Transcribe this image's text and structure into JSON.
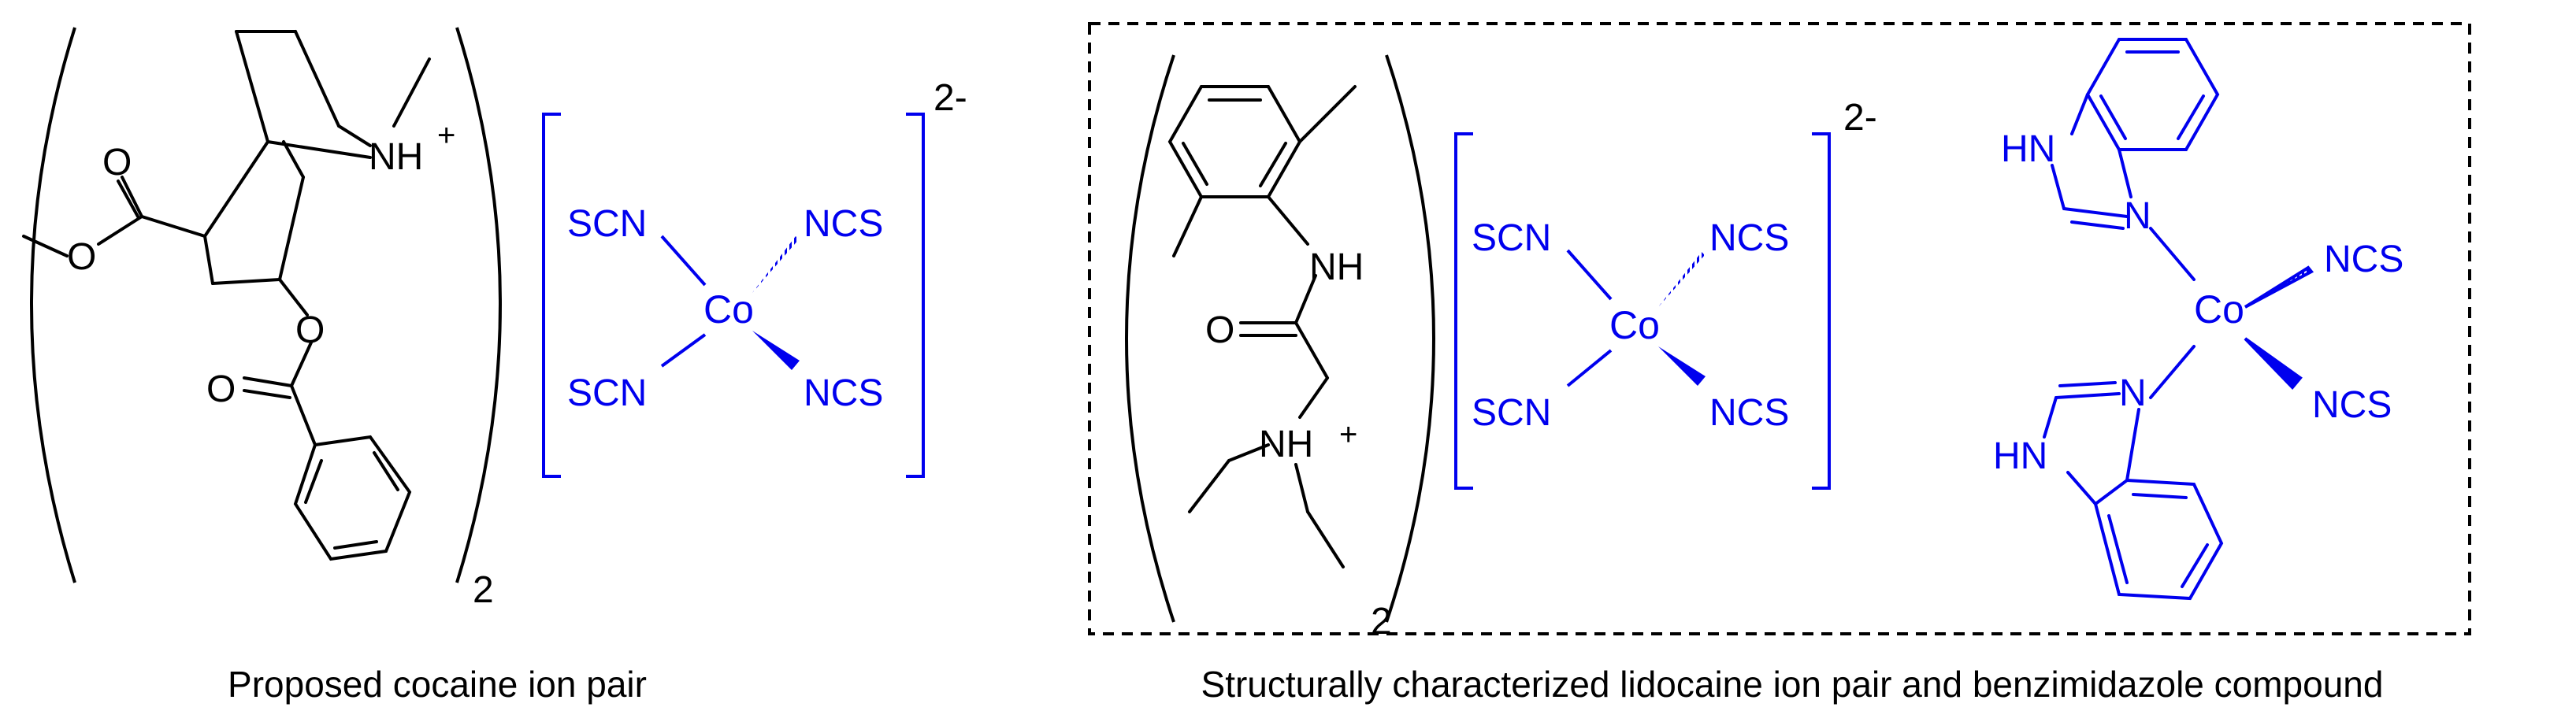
{
  "colors": {
    "black": "#000000",
    "blue": "#0000ee",
    "frame": "#000000"
  },
  "cocaine_cation": {
    "nitrogen_label": "NH",
    "charge": "+",
    "ester_o1": "O",
    "ester_o2": "O",
    "benzoate_o1": "O",
    "benzoate_o2": "O",
    "subscript": "2"
  },
  "cocaine_anion": {
    "metal": "Co",
    "ligands": [
      "SCN",
      "NCS",
      "SCN",
      "NCS"
    ],
    "charge": "2-"
  },
  "lidocaine_cation": {
    "amide_nh": "NH",
    "carbonyl_o": "O",
    "amine_label": "NH",
    "charge": "+",
    "subscript": "2"
  },
  "lidocaine_anion": {
    "metal": "Co",
    "ligands": [
      "SCN",
      "NCS",
      "SCN",
      "NCS"
    ],
    "charge": "2-"
  },
  "benzimidazole_complex": {
    "metal": "Co",
    "ligands": [
      "NCS",
      "NCS"
    ],
    "ring_nh": "HN",
    "ring_n": "N"
  },
  "captions": {
    "left": "Proposed cocaine ion pair",
    "right": "Structurally characterized lidocaine ion pair and benzimidazole compound"
  }
}
